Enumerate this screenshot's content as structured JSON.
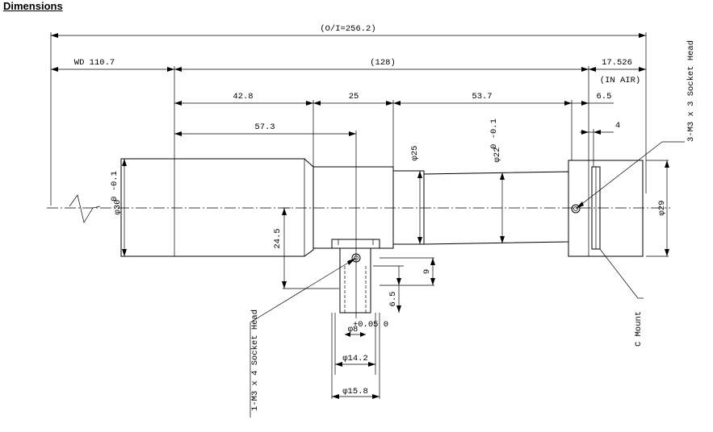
{
  "title": "Dimensions",
  "dimensions": {
    "overall": "(O/I=256.2)",
    "wd": "WD 110.7",
    "body_length": "(128)",
    "back_focus": "17.526",
    "back_focus_note": "(IN AIR)",
    "seg1": "42.8",
    "seg2": "25",
    "seg3": "53.7",
    "seg4": "6.5",
    "dist_57": "57.3",
    "dist_4": "4",
    "dia_30": "φ30",
    "dia_30_tol": "0 -0.1",
    "dia_25": "φ25",
    "dia_22": "φ22",
    "dia_22_tol": "0 -0.1",
    "dia_29": "φ29",
    "h_245": "24.5",
    "h_9": "9",
    "h_65": "6.5",
    "dia_8": "φ8",
    "dia_8_tol": "+0.05 0",
    "dia_142": "φ14.2",
    "dia_158": "φ15.8"
  },
  "callouts": {
    "screw_top": "3-M3 x 3 Socket Head",
    "screw_bottom": "1-M3 x 4 Socket Head",
    "mount": "C Mount"
  }
}
